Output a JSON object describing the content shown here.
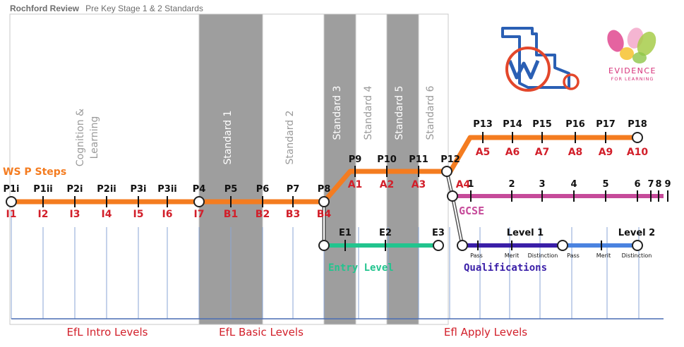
{
  "header": {
    "brand": "Rochford Review",
    "subtitle": "Pre Key Stage 1 & 2 Standards"
  },
  "columns": [
    {
      "label": "Cognition & Learning"
    },
    {
      "label": "Standard 1"
    },
    {
      "label": "Standard 2"
    },
    {
      "label": "Standard 3"
    },
    {
      "label": "Standard 4"
    },
    {
      "label": "Standard 5"
    },
    {
      "label": "Standard 6"
    }
  ],
  "ws_title": "WS P Steps",
  "steps_main": [
    "P1i",
    "P1ii",
    "P2i",
    "P2ii",
    "P3i",
    "P3ii",
    "P4",
    "P5",
    "P6",
    "P7",
    "P8"
  ],
  "steps_main_codes": [
    "I1",
    "I2",
    "I3",
    "I4",
    "I5",
    "I6",
    "I7",
    "B1",
    "B2",
    "B3",
    "B4"
  ],
  "steps_mid": [
    "P9",
    "P10",
    "P11",
    "P12"
  ],
  "steps_mid_codes": [
    "A1",
    "A2",
    "A3",
    "A4"
  ],
  "steps_top": [
    "P13",
    "P14",
    "P15",
    "P16",
    "P17",
    "P18"
  ],
  "steps_top_codes": [
    "A5",
    "A6",
    "A7",
    "A8",
    "A9",
    "A10"
  ],
  "gcse": {
    "title": "GCSE",
    "grades": [
      "1",
      "2",
      "3",
      "4",
      "5",
      "6",
      "7",
      "8",
      "9"
    ]
  },
  "entry": {
    "title": "Entry Level",
    "levels": [
      "E1",
      "E2",
      "E3"
    ]
  },
  "qualifications": {
    "title": "Qualifications",
    "levels": [
      "Level 1",
      "Level 2"
    ],
    "grades": [
      "Pass",
      "Merit",
      "Distinction",
      "Pass",
      "Merit",
      "Distinction"
    ]
  },
  "efl_levels": [
    "EfL Intro Levels",
    "EfL Basic Levels",
    "Efl Apply Levels"
  ],
  "logo_evidence": {
    "line1": "EVIDENCE",
    "line2": "FOR LEARNING"
  },
  "colors": {
    "orange": "#f47c20",
    "magenta": "#c64b9a",
    "green": "#22c48e",
    "purple": "#3a1fa8",
    "blue": "#4a83e0",
    "red_text": "#d21f2a",
    "grey_block": "#9e9e9e",
    "efl_blue": "#4a6db3"
  }
}
